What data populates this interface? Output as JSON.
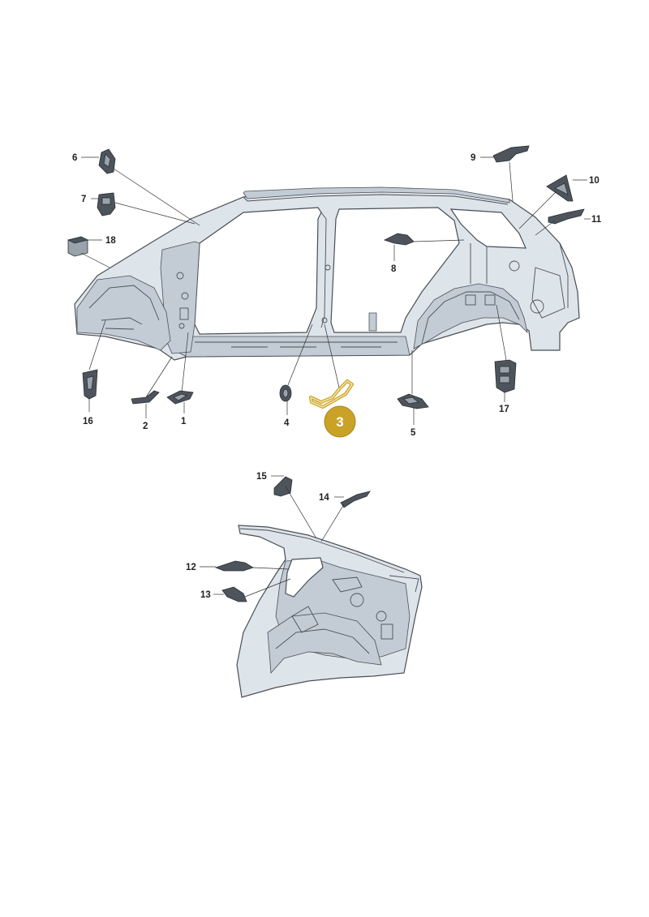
{
  "diagram": {
    "highlight_color": "#c9a227",
    "highlighted_part": "3",
    "labels": [
      "1",
      "2",
      "4",
      "5",
      "6",
      "7",
      "8",
      "9",
      "10",
      "11",
      "12",
      "13",
      "14",
      "15",
      "16",
      "17",
      "18"
    ]
  }
}
